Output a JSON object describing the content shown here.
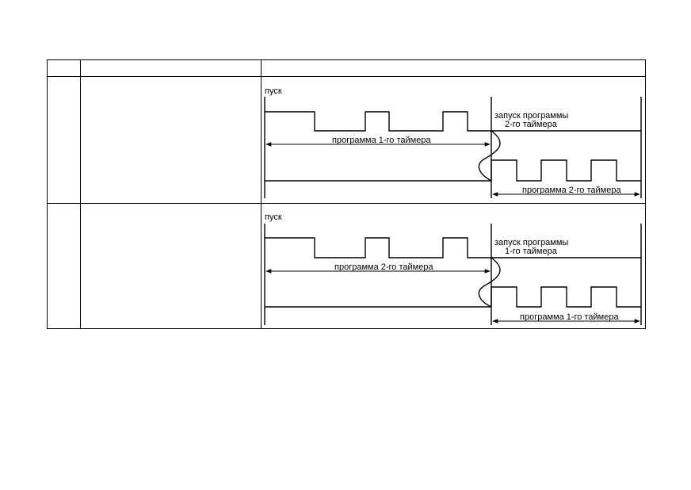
{
  "table": {
    "header": [
      "",
      "",
      ""
    ],
    "rows": [
      {
        "col1": "",
        "col2": "",
        "diagram": {
          "start_label": "пуск",
          "launch_label_line1": "запуск программы",
          "launch_label_line2": "2-го таймера",
          "upper_span_label": "программа 1-го таймера",
          "lower_span_label": "программа 2-го таймера"
        }
      },
      {
        "col1": "",
        "col2": "",
        "diagram": {
          "start_label": "пуск",
          "launch_label_line1": "запуск программы",
          "launch_label_line2": "1-го таймера",
          "upper_span_label": "программа 2-го таймера",
          "lower_span_label": "программа 1-го таймера"
        }
      }
    ]
  }
}
